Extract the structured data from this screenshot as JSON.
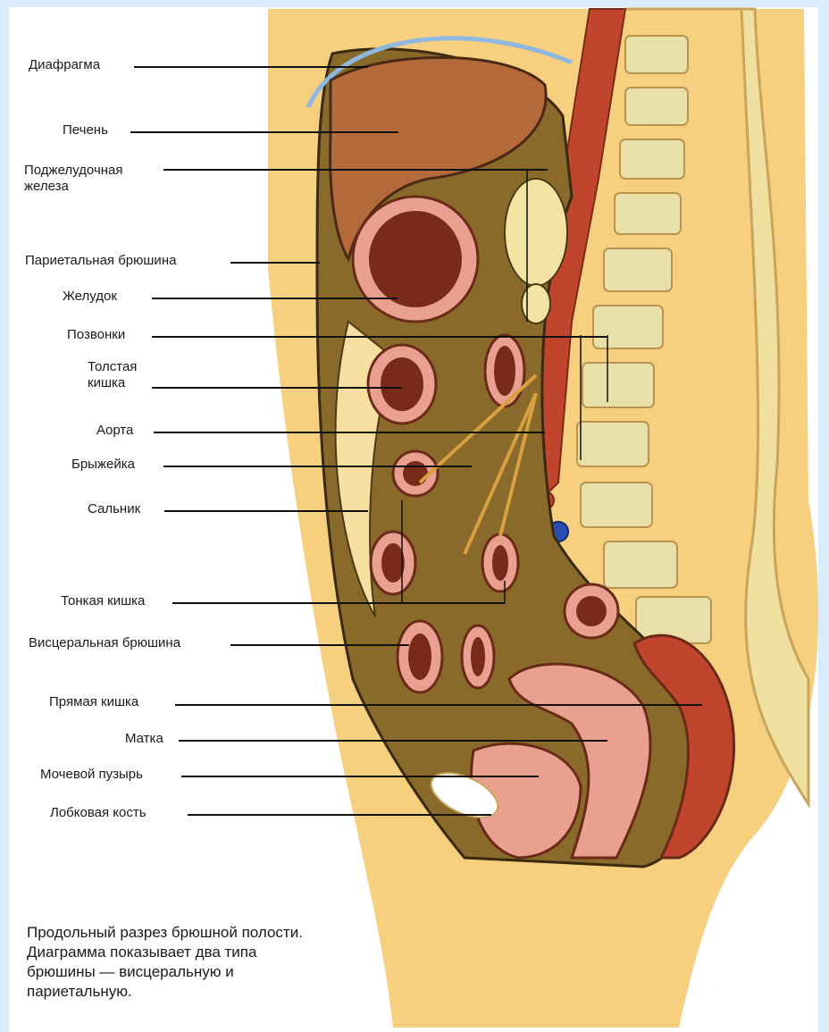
{
  "labels": {
    "diaphragm": "Диафрагма",
    "liver": "Печень",
    "pancreas": "Поджелудочная железа",
    "parietal_peritoneum": "Париетальная брюшина",
    "stomach": "Желудок",
    "vertebrae": "Позвонки",
    "colon": "Толстая кишка",
    "aorta": "Аорта",
    "mesentery": "Брыжейка",
    "omentum": "Сальник",
    "small_intestine": "Тонкая кишка",
    "visceral_peritoneum": "Висцеральная брюшина",
    "rectum": "Прямая кишка",
    "uterus": "Матка",
    "bladder": "Мочевой пузырь",
    "pubic_bone": "Лобковая кость"
  },
  "caption": "Продольный разрез брюшной полости. Диаграмма показывает два типа брюшины — висцеральную и париетальную.",
  "colors": {
    "skin": "#f6cf7f",
    "cavity": "#8a6a2a",
    "organ": "#b46a3a",
    "bone": "#eadf9a",
    "artery": "#c0452c",
    "vein": "#2a4fb0",
    "pink": "#e9a090"
  }
}
